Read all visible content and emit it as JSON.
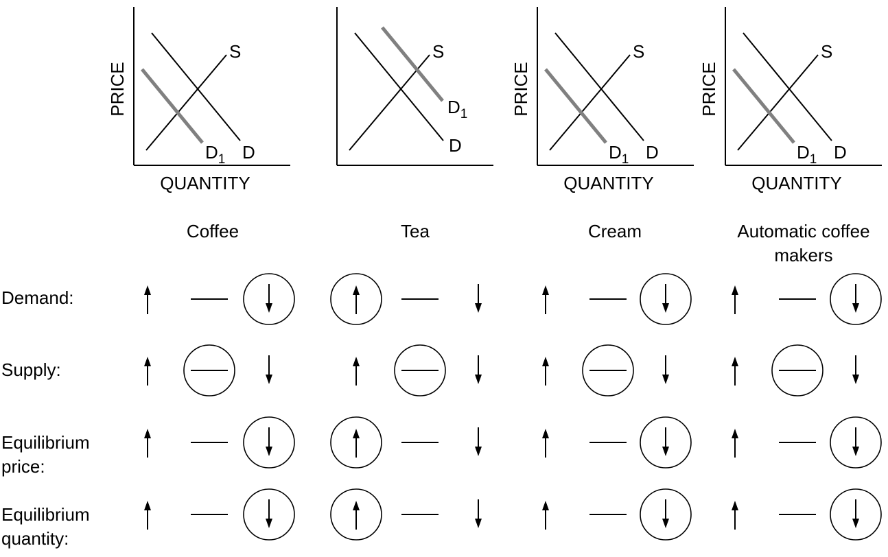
{
  "axis_labels": {
    "y": "PRICE",
    "x": "QUANTITY"
  },
  "curve_labels": {
    "supply": "S",
    "demand": "D",
    "new_demand": "D",
    "new_demand_subscript": "1"
  },
  "markets": [
    {
      "name": "Coffee",
      "show_y_label": true,
      "show_x_label": true,
      "d1_shift": "left"
    },
    {
      "name": "Tea",
      "show_y_label": false,
      "show_x_label": false,
      "d1_shift": "right"
    },
    {
      "name": "Cream",
      "show_y_label": true,
      "show_x_label": true,
      "d1_shift": "left"
    },
    {
      "name": "Automatic coffee makers",
      "show_y_label": true,
      "show_x_label": true,
      "d1_shift": "left"
    }
  ],
  "columns": [
    "Coffee",
    "Tea",
    "Cream",
    "Automatic coffee\nmakers"
  ],
  "rows": [
    {
      "label": "Demand:",
      "selected": [
        "down",
        "up",
        "down",
        "down"
      ]
    },
    {
      "label": "Supply:",
      "selected": [
        "none",
        "none",
        "none",
        "none"
      ]
    },
    {
      "label": "Equilibrium\nprice:",
      "selected": [
        "down",
        "up",
        "down",
        "down"
      ]
    },
    {
      "label": "Equilibrium\nquantity:",
      "selected": [
        "down",
        "up",
        "down",
        "down"
      ]
    }
  ],
  "colors": {
    "ink": "#000000",
    "shifted_curve": "#808080"
  }
}
